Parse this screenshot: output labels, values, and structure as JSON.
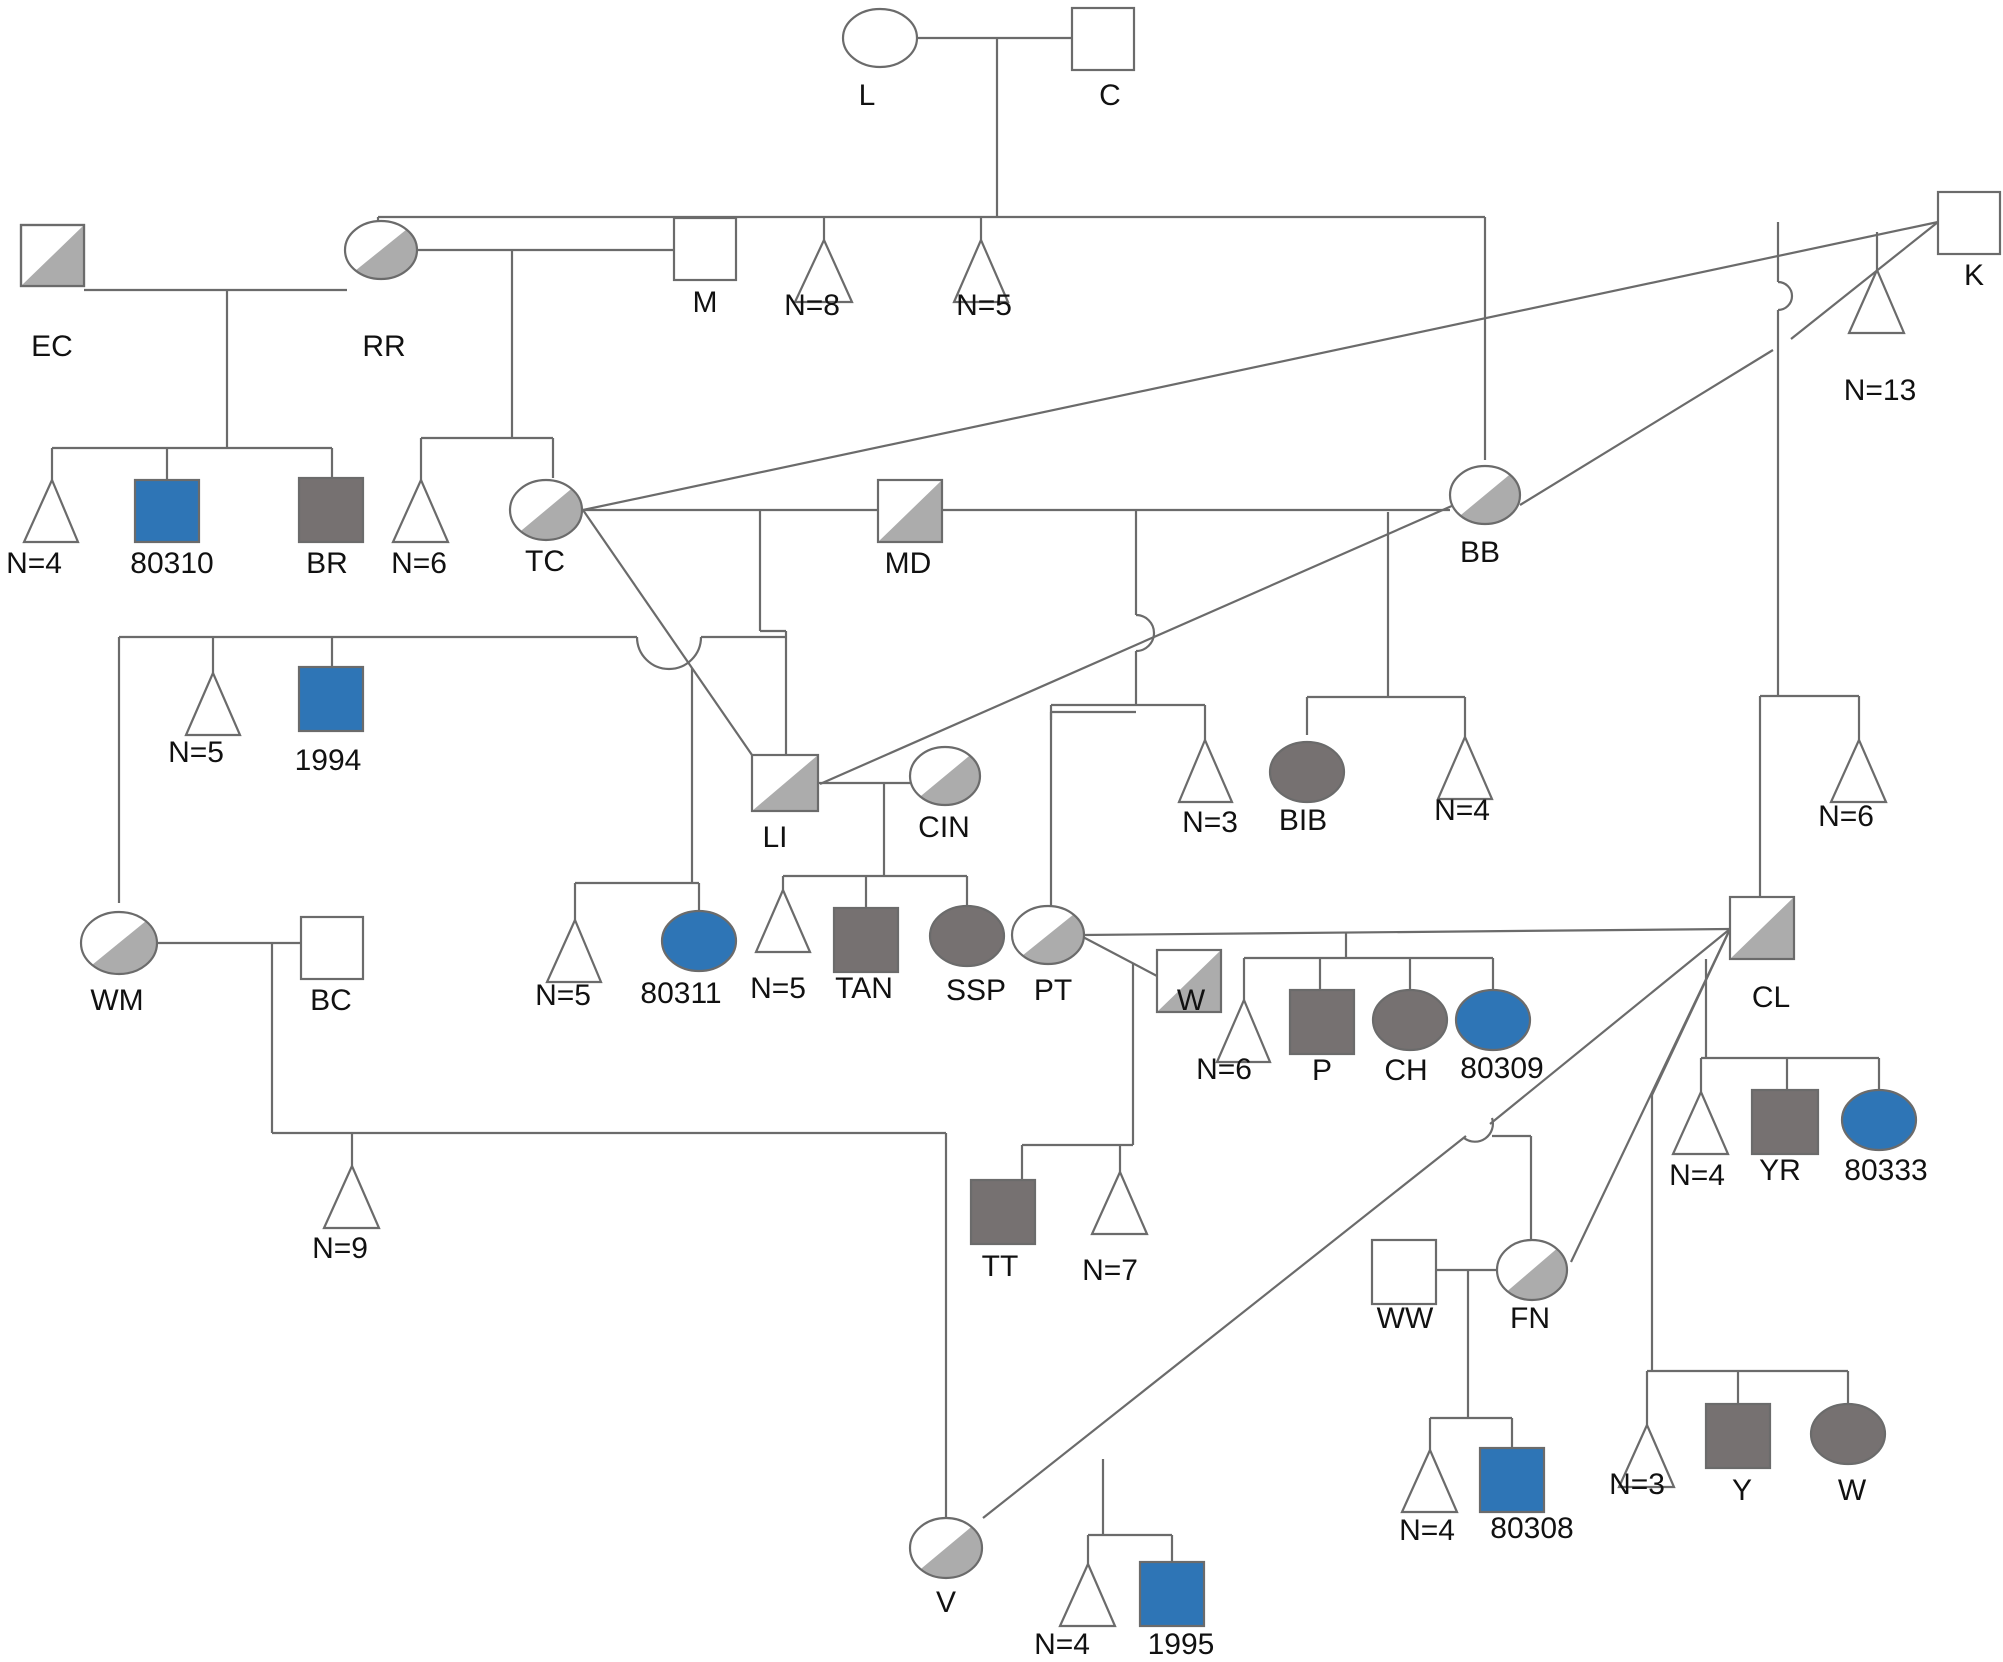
{
  "colors": {
    "line": "#6b6b6b",
    "unaffected": "#ffffff",
    "carrier": "#acacac",
    "affected": "#767171",
    "sampled": "#2e75b6"
  },
  "labels": {
    "L": "L",
    "C": "C",
    "EC": "EC",
    "RR": "RR",
    "M": "M",
    "N8": "N=8",
    "N5a": "N=5",
    "K": "K",
    "N13": "N=13",
    "N4a": "N=4",
    "s80310": "80310",
    "BR": "BR",
    "N6a": "N=6",
    "TC": "TC",
    "MD": "MD",
    "BB": "BB",
    "N5b": "N=5",
    "s1994": "1994",
    "LI": "LI",
    "CIN": "CIN",
    "N3a": "N=3",
    "BIB": "BIB",
    "N4b": "N=4",
    "N6b": "N=6",
    "WM": "WM",
    "BC": "BC",
    "N5c": "N=5",
    "s80311": "80311",
    "N5d": "N=5",
    "TAN": "TAN",
    "SSP": "SSP",
    "PT": "PT",
    "W1": "W",
    "N6c": "N=6",
    "P": "P",
    "CH": "CH",
    "s80309": "80309",
    "CL": "CL",
    "N4c": "N=4",
    "YR": "YR",
    "s80333": "80333",
    "N9": "N=9",
    "TT": "TT",
    "N7": "N=7",
    "WW": "WW",
    "FN": "FN",
    "N3b": "N=3",
    "Y": "Y",
    "W2": "W",
    "N4d": "N=4",
    "s80308": "80308",
    "V": "V",
    "N4e": "N=4",
    "s1995": "1995"
  }
}
